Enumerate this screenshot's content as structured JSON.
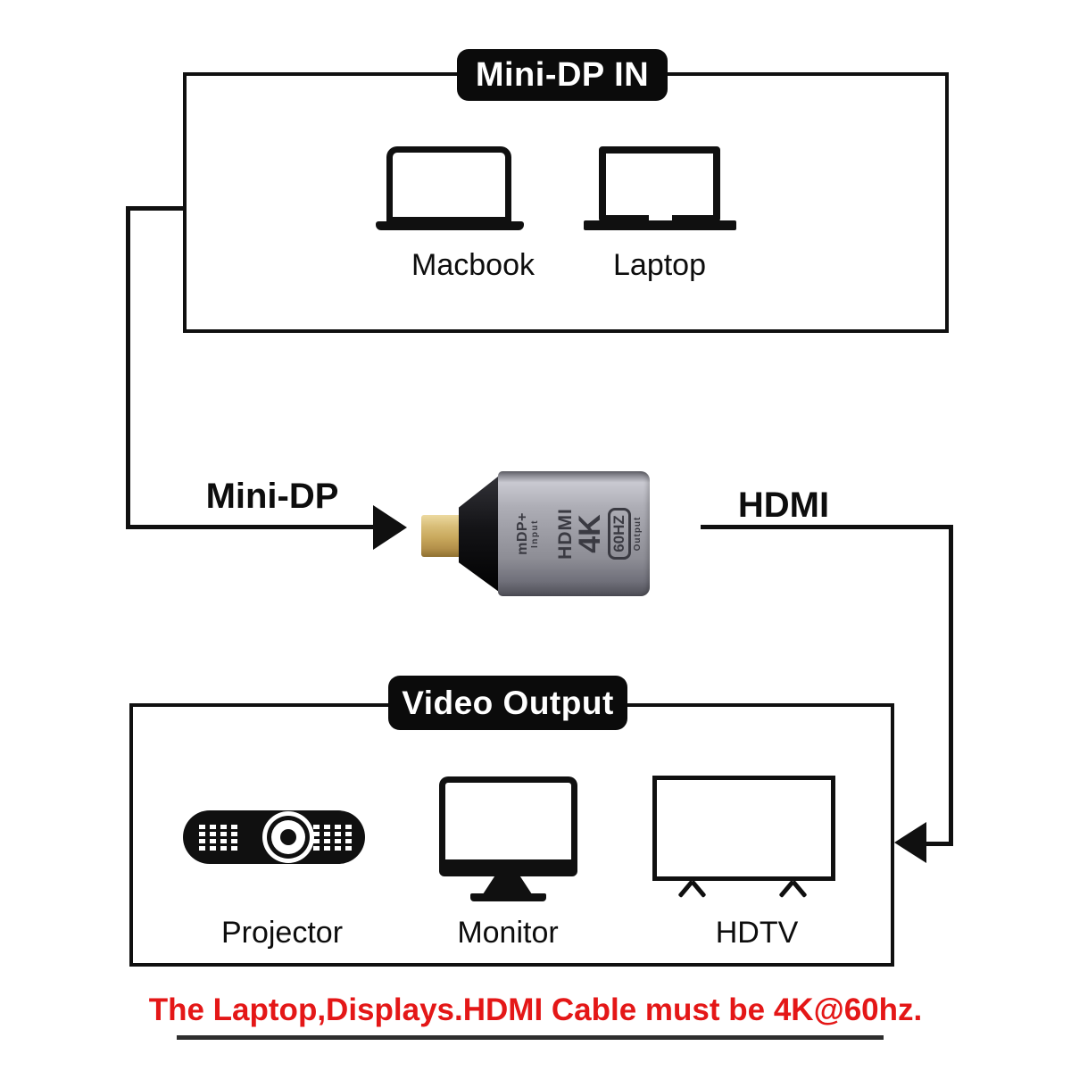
{
  "diagram": {
    "input_section": {
      "title": "Mini-DP IN",
      "devices": [
        {
          "label": "Macbook"
        },
        {
          "label": "Laptop"
        }
      ]
    },
    "adapter": {
      "left_connector_label": "Mini-DP",
      "right_connector_label": "HDMI",
      "print_input_line1": "mDP+",
      "print_input_line2": "Input",
      "print_output_line1": "HDMI",
      "print_output_line2": "4K",
      "print_output_line3": "60HZ",
      "print_output_line4": "Output"
    },
    "output_section": {
      "title": "Video Output",
      "devices": [
        {
          "label": "Projector"
        },
        {
          "label": "Monitor"
        },
        {
          "label": "HDTV"
        }
      ]
    },
    "footnote": "The Laptop,Displays.HDMI Cable must be 4K@60hz."
  },
  "colors": {
    "line_black": "#101010",
    "badge_bg": "#0b0b0b",
    "badge_text": "#ffffff",
    "footnote_red": "#e41717",
    "adapter_body_gray": "#9c9ca4",
    "adapter_print_gray": "#3a3a42",
    "adapter_plug_gold": "#c8a85c",
    "adapter_neck_black": "#141417"
  }
}
